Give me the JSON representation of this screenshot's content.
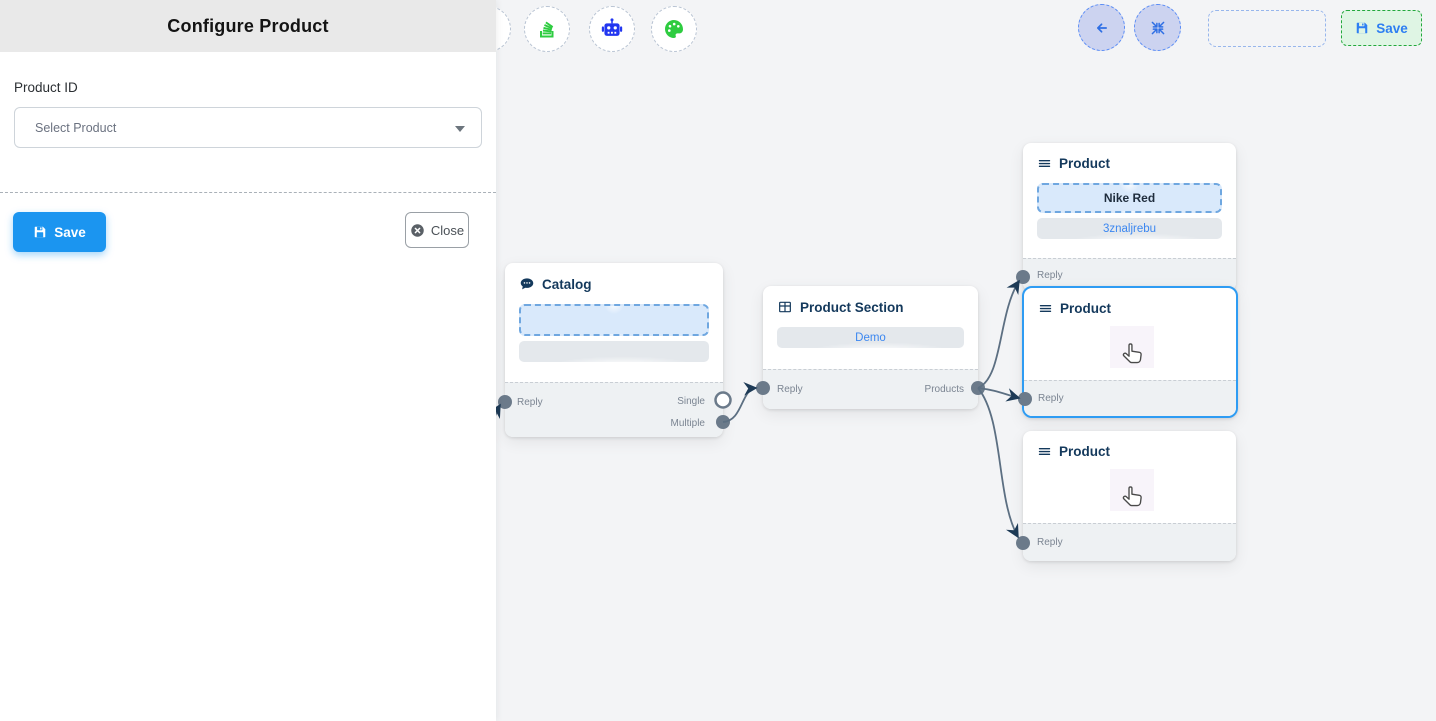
{
  "sidebar": {
    "title": "Configure Product",
    "product_id_label": "Product ID",
    "select_placeholder": "Select Product",
    "save_label": "Save",
    "close_label": "Close"
  },
  "toolbar": {
    "save_label": "Save",
    "icons": [
      "stack-icon",
      "robot-icon",
      "palette-icon",
      "back-arrow-icon",
      "compress-icon",
      "save-icon"
    ]
  },
  "nodes": {
    "catalog": {
      "title": "Catalog",
      "reply_label": "Reply",
      "single_label": "Single",
      "multiple_label": "Multiple"
    },
    "product_section": {
      "title": "Product Section",
      "option_label": "Demo",
      "reply_label": "Reply",
      "products_label": "Products"
    },
    "product_top": {
      "title": "Product",
      "option1_label": "Nike Red",
      "option2_label": "3znaljrebu",
      "reply_label": "Reply"
    },
    "product_middle": {
      "title": "Product",
      "reply_label": "Reply"
    },
    "product_bottom": {
      "title": "Product",
      "reply_label": "Reply"
    }
  },
  "colors": {
    "panel_header_bg": "#e9e9e9",
    "primary_blue": "#1b95f0",
    "link_blue": "#3c87f0",
    "selected_node_border": "#2e9cf3",
    "edge": "#5c6f82",
    "arrow": "#1d3a56",
    "toolbar_save_bg": "#dff5e4",
    "toolbar_save_border": "#23a83c",
    "option_dashed_bg": "#d9e9fb",
    "canvas_bg": "#f3f4f6"
  }
}
